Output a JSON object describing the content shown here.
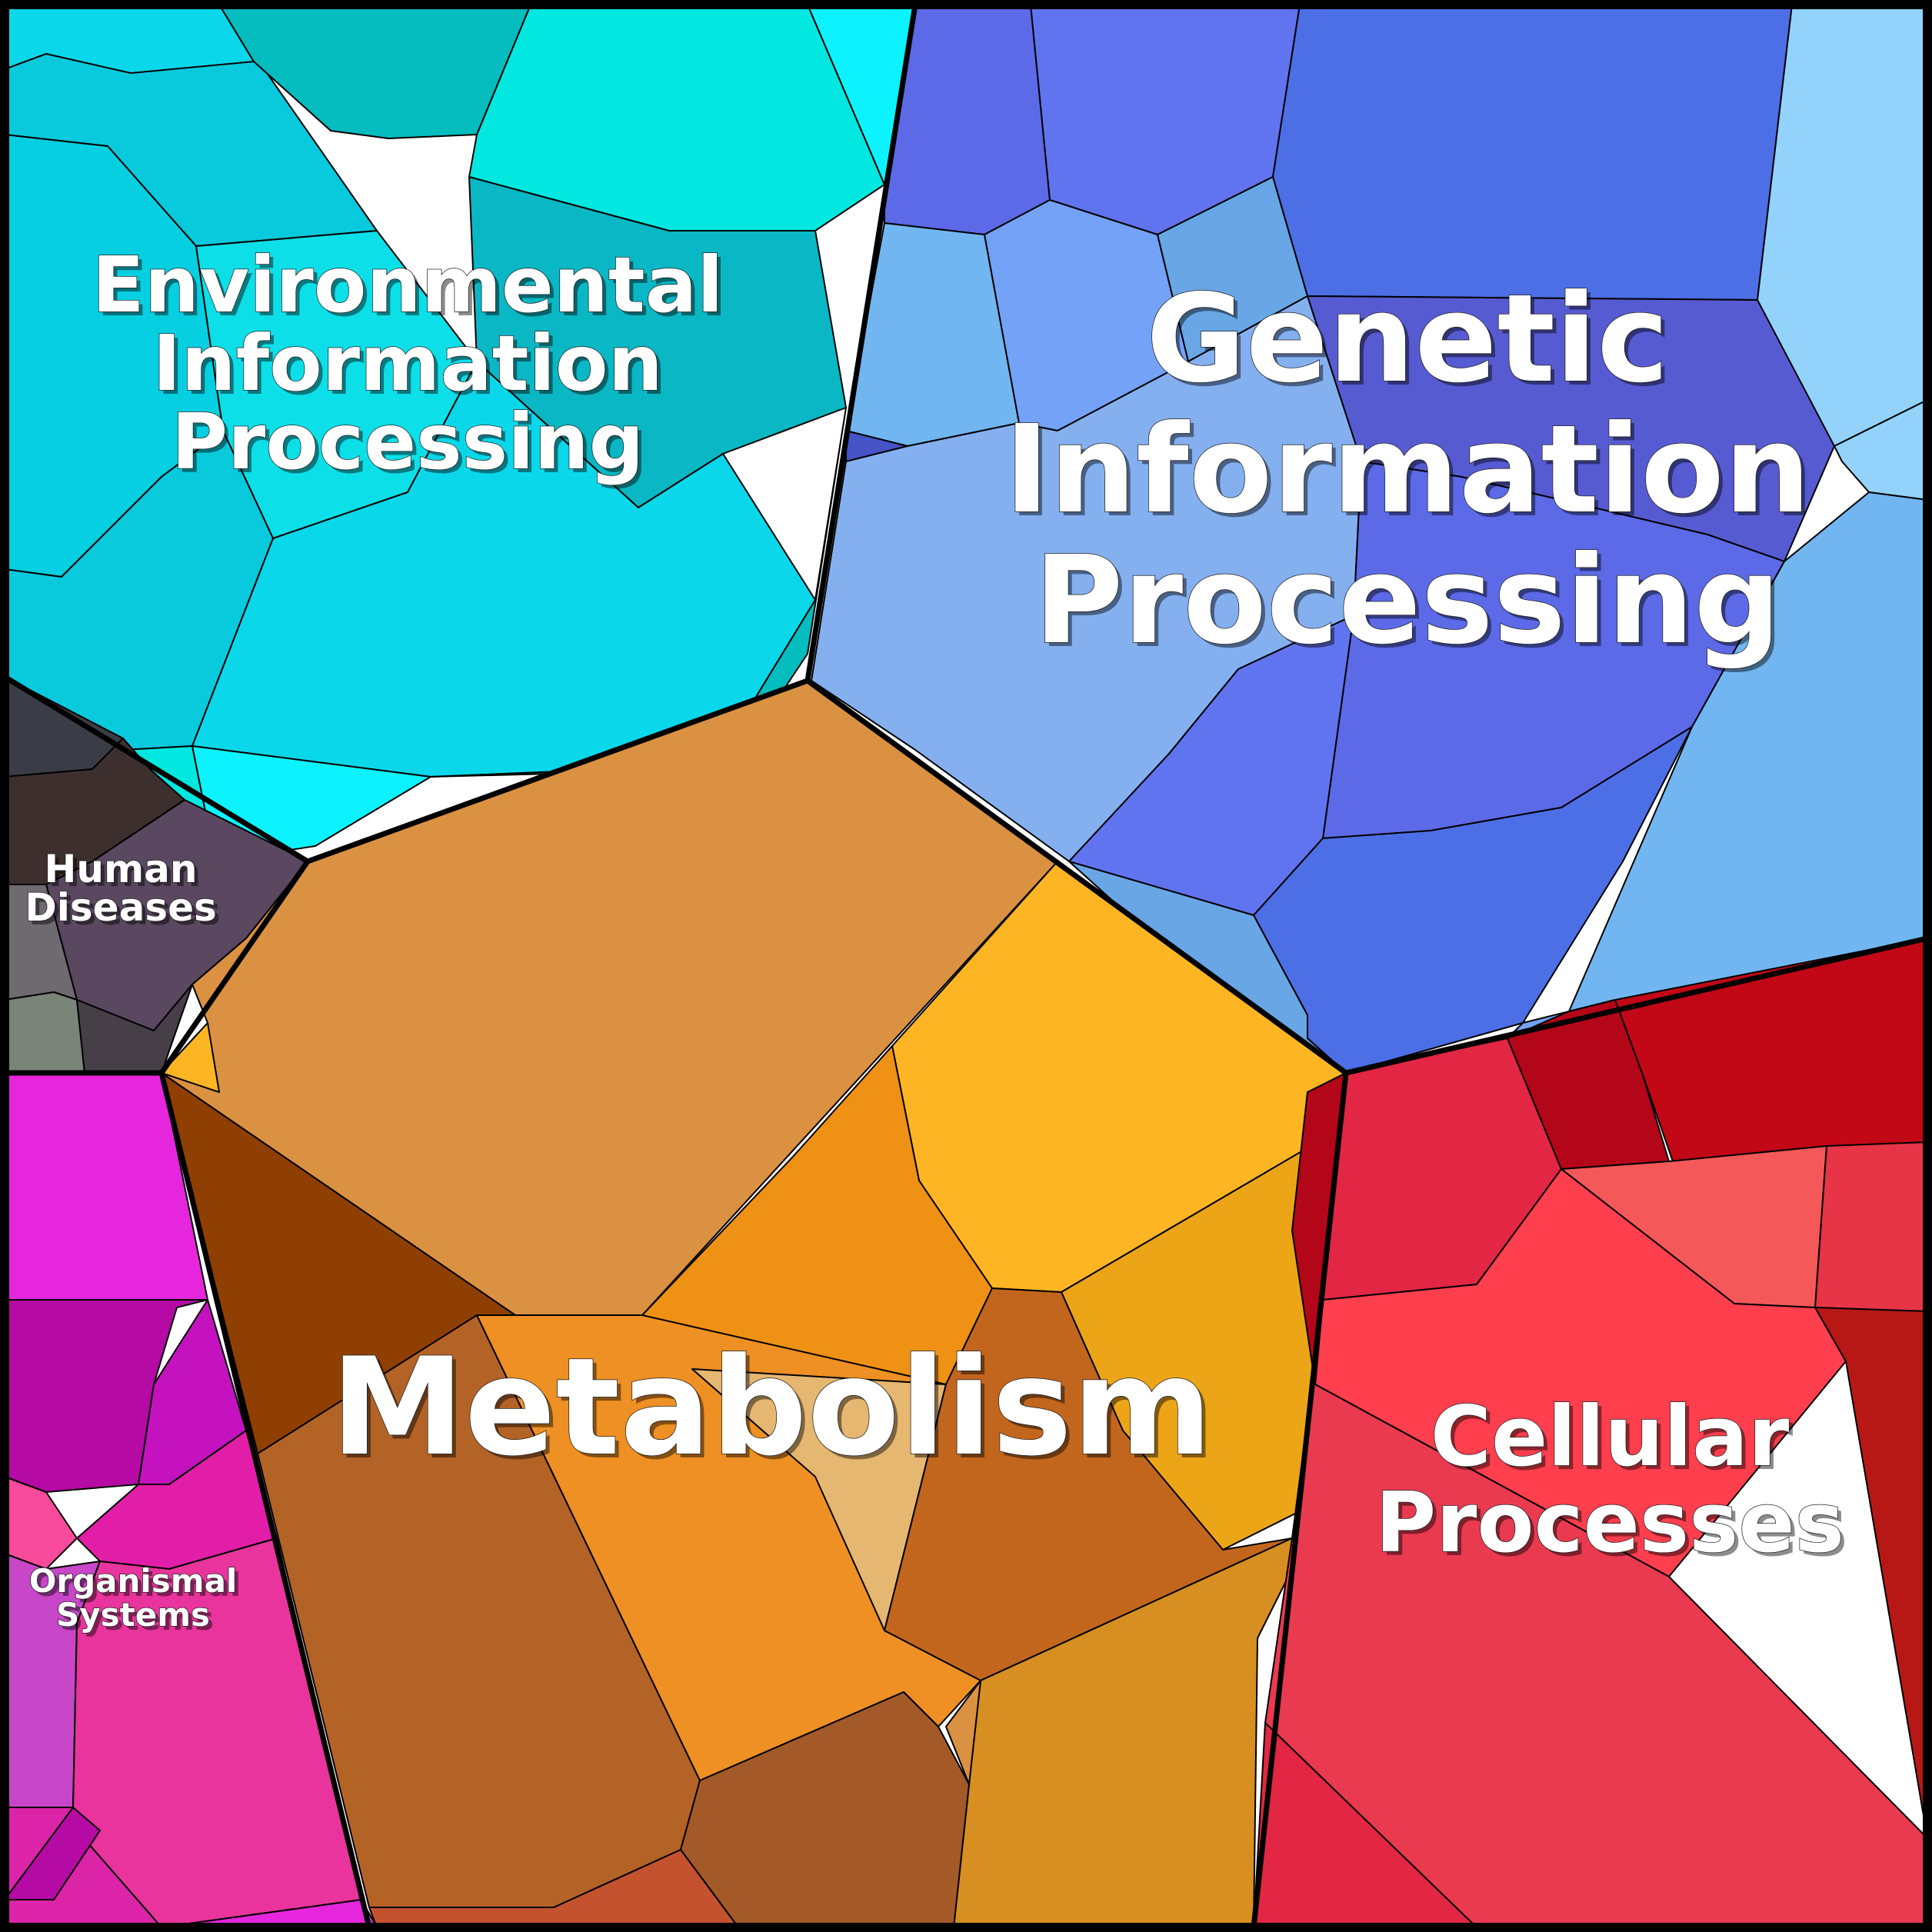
{
  "treemap": {
    "categories": [
      {
        "id": "environmental",
        "label_lines": [
          "Environmental",
          "Information",
          "Processing"
        ],
        "colors": [
          "#09c9dd",
          "#0ad8ea",
          "#05bcbf",
          "#02e8e0",
          "#0cf3ff",
          "#05cfe0",
          "#0ddfe8",
          "#0ab7c4"
        ]
      },
      {
        "id": "genetic",
        "label_lines": [
          "Genetic",
          "Information",
          "Processing"
        ],
        "colors": [
          "#5c6ae8",
          "#6174f0",
          "#4c6fe6",
          "#93d2fb",
          "#72b6f1",
          "#73a2f7",
          "#68a6e6",
          "#4654c8",
          "#84b0f0",
          "#575bd2"
        ]
      },
      {
        "id": "human-diseases",
        "label_lines": [
          "Human",
          "Diseases"
        ],
        "colors": [
          "#3a3d45",
          "#3e2f2f",
          "#5a4760",
          "#6e6a70",
          "#7a8478",
          "#463f48"
        ]
      },
      {
        "id": "metabolism",
        "label_lines": [
          "Metabolism"
        ],
        "colors": [
          "#db9142",
          "#fdb524",
          "#ef9115",
          "#eda518",
          "#8f3f01",
          "#b46327",
          "#ee9023",
          "#e6b771",
          "#c2661e",
          "#d68f20",
          "#a45a28",
          "#c4522e"
        ]
      },
      {
        "id": "cellular",
        "label_lines": [
          "Cellular",
          "Processes"
        ],
        "colors": [
          "#e22644",
          "#b40619",
          "#c20716",
          "#f55858",
          "#e73446",
          "#ff3e4e",
          "#b71816",
          "#e93a50"
        ]
      },
      {
        "id": "organismal",
        "label_lines": [
          "Organismal",
          "Systems"
        ],
        "colors": [
          "#e626dc",
          "#b50aa4",
          "#c412bf",
          "#f84a9a",
          "#e21ea8",
          "#c846c8",
          "#e8349c",
          "#dc24a8"
        ]
      }
    ]
  }
}
